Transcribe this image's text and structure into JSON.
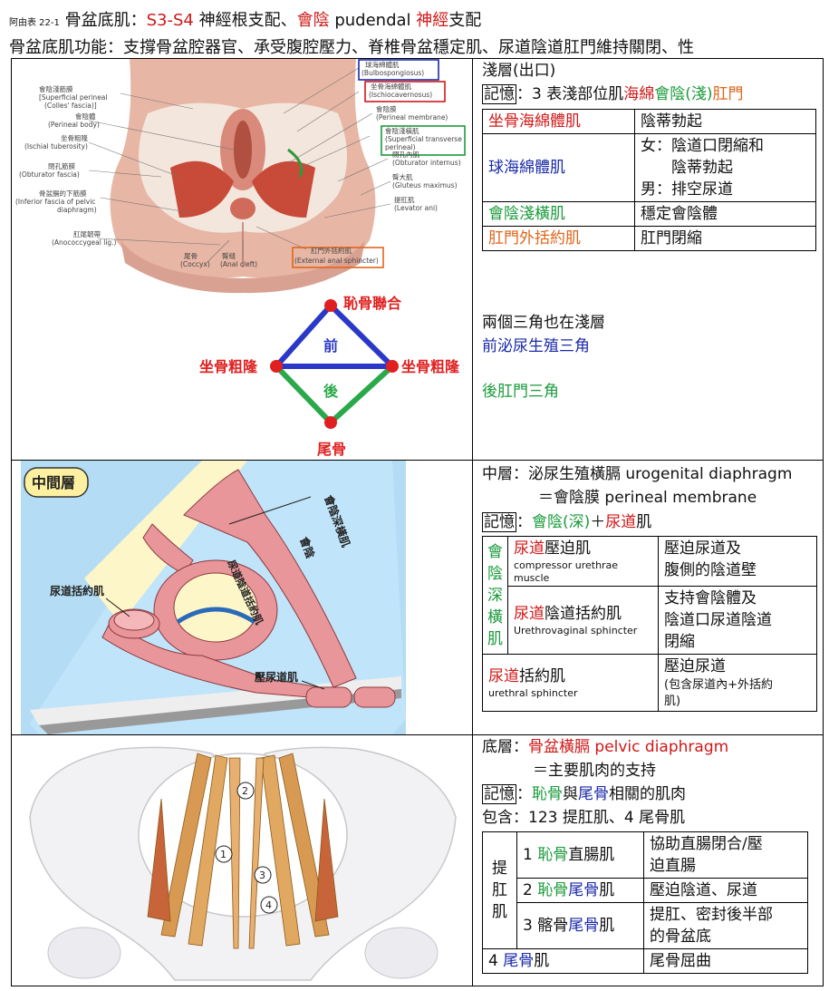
{
  "header": {
    "tag": "阿由表 22-1",
    "title_main": "骨盆底肌：",
    "title_nerve": "S3-S4",
    "title_mid": " 神經根支配、",
    "title_perineum": "會陰",
    "title_pud": " pudendal ",
    "title_nerve2": "神經",
    "title_end": "支配",
    "function_line": "骨盆底肌功能：支撐骨盆腔器官、承受腹腔壓力、脊椎骨盆穩定肌、尿道陰道肛門維持關閉、性"
  },
  "figure1": {
    "labels": [
      "會陰淺筋膜",
      "[Superficial perineal",
      "(Colles' fascia)]",
      "會陰體",
      "(Perineal body)",
      "坐骨粗隆",
      "(Ischial tuberosity)",
      "閉孔筋膜",
      "(Obturator fascia)",
      "骨盆膈的下筋膜",
      "(Inferior fascia of pelvic",
      "diaphragm)",
      "肛尾韌帶",
      "(Anococcygeal lig.)",
      "尾骨",
      "(Coccyx)",
      "臀縫",
      "(Anal cleft)",
      "肛門外括約肌",
      "(External anal sphincter)",
      "球海綿體肌",
      "(Bulbospongiosus)",
      "坐骨海綿體肌",
      "(Ischiocavernosus)",
      "會陰膜",
      "(Perineal membrane)",
      "會陰淺橫肌",
      "(Superficial transverse",
      "perineal)",
      "閉孔內肌",
      "(Obturator internus)",
      "臀大肌",
      "(Gluteus maximus)",
      "提肛肌",
      "(Levator ani)"
    ]
  },
  "triangle": {
    "top": "恥骨聯合",
    "left": "坐骨粗隆",
    "right": "坐骨粗隆",
    "bottom": "尾骨",
    "front": "前",
    "back": "後"
  },
  "shallow": {
    "title": "淺層(出口)",
    "memo_prefix": "記憶",
    "memo_mid": "：3 表淺部位肌",
    "memo_sponge": "海綿",
    "memo_per": "會陰(淺)",
    "memo_anus": "肛門",
    "rows": [
      {
        "name": "坐骨海綿體肌",
        "func": "陰蒂勃起"
      },
      {
        "name": "球海綿體肌",
        "func1": "女：陰道口閉縮和",
        "func2": "陰蒂勃起",
        "func3": "男：排空尿道"
      },
      {
        "name": "會陰淺橫肌",
        "func": "穩定會陰體"
      },
      {
        "name": "肛門外括約肌",
        "func": "肛門閉縮"
      }
    ],
    "note1": "兩個三角也在淺層",
    "note2": "前泌尿生殖三角",
    "note3": "後肛門三角"
  },
  "figure2": {
    "tag": "中間層",
    "l1": "會陰深橫肌",
    "l2": "會陰",
    "l3": "尿道陰道括約肌",
    "l4": "尿道括約肌",
    "l5": "壓尿道肌"
  },
  "middle": {
    "title1": "中層：泌尿生殖橫膈 urogenital diaphragm",
    "title2": "＝會陰膜 perineal membrane",
    "memo_prefix": "記憶",
    "memo_colon": "：",
    "memo_green": "會陰(深)",
    "memo_plus": "＋",
    "memo_red": "尿道",
    "memo_end": "肌",
    "group_label": [
      "會",
      "陰",
      "深",
      "橫",
      "肌"
    ],
    "rows": [
      {
        "name_red": "尿道",
        "name_rest": "壓迫肌",
        "en": "compressor urethrae muscle",
        "func1": "壓迫尿道及",
        "func2": "腹側的陰道壁"
      },
      {
        "name_red": "尿道",
        "name_rest": "陰道括約肌",
        "en": "Urethrovaginal sphincter",
        "func1": "支持會陰體及",
        "func2": "陰道口尿道陰道",
        "func3": "閉縮"
      },
      {
        "name_red": "尿道",
        "name_rest": "括約肌",
        "en": "urethral sphincter",
        "func1": "壓迫尿道",
        "func2": "(包含尿道內+外括約",
        "func3": "肌)"
      }
    ]
  },
  "figure3": {
    "n1": "1",
    "n2": "2",
    "n3": "3",
    "n4": "4"
  },
  "deep": {
    "title_prefix": "底層：",
    "title_red": "骨盆橫膈 pelvic diaphragm",
    "title2": "＝主要肌肉的支持",
    "memo_prefix": "記憶",
    "memo_colon": "：",
    "memo_pubis": "恥骨",
    "memo_and": "與",
    "memo_coccyx": "尾骨",
    "memo_end": "相關的肌肉",
    "include": "包含：123 提肛肌、4 尾骨肌",
    "group_label": [
      "提",
      "肛",
      "肌"
    ],
    "rows": [
      {
        "num": "1 ",
        "green": "恥骨",
        "rest": "直腸肌",
        "func1": "協助直腸閉合/壓",
        "func2": "迫直腸"
      },
      {
        "num": "2 ",
        "green": "恥骨",
        "blue": "尾骨",
        "rest": "肌",
        "func1": "壓迫陰道、尿道"
      },
      {
        "num": "3 髂骨",
        "blue": "尾骨",
        "rest": "肌",
        "func1": "提肛、密封後半部",
        "func2": "的骨盆底"
      }
    ],
    "last": {
      "num": "4 ",
      "blue": "尾骨",
      "rest": "肌",
      "func": "尾骨屈曲"
    }
  }
}
